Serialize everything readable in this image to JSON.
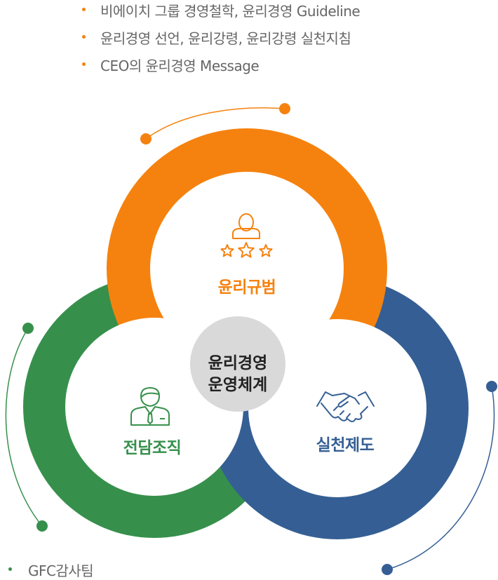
{
  "top_bullets": [
    {
      "text": "비에이치 그룹 경영철학, 윤리경영 Guideline"
    },
    {
      "text": "윤리경영 선언, 윤리강령, 윤리강령 실천지침"
    },
    {
      "text": "CEO의 윤리경영 Message"
    }
  ],
  "bottom_bullets": [
    {
      "text": "GFC감사팀"
    }
  ],
  "center": {
    "line1": "윤리경영",
    "line2": "운영체계"
  },
  "nodes": {
    "top": {
      "label": "윤리규범",
      "icon": "person-stars-icon",
      "color": "#f5820f"
    },
    "right": {
      "label": "실천제도",
      "icon": "handshake-icon",
      "color": "#355f94"
    },
    "left": {
      "label": "전담조직",
      "icon": "businessman-icon",
      "color": "#36904c"
    }
  },
  "colors": {
    "orange": "#f5820f",
    "blue": "#355f94",
    "green": "#36904c",
    "center": "#d9d9d9",
    "text": "#666666"
  }
}
